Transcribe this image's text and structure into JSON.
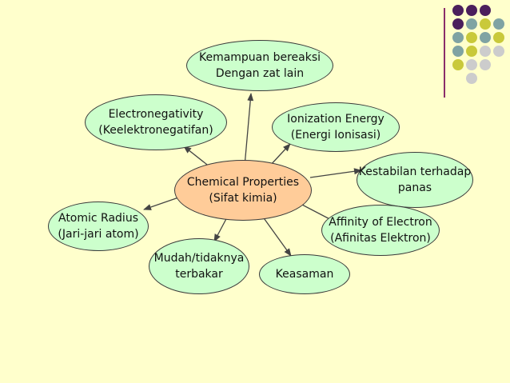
{
  "colors": {
    "background": "#ffffcc",
    "node_fill": "#ccffcc",
    "center_fill": "#ffcc99",
    "arrow": "#444444",
    "accent_line": "#8b2d6a",
    "dot_purple": "#4b1f5c",
    "dot_teal": "#7fa3a3",
    "dot_olive": "#c9c93a",
    "dot_gray": "#cccccc"
  },
  "center": {
    "line1": "Chemical Properties",
    "line2": "(Sifat kimia)"
  },
  "nodes": {
    "reactivity": {
      "line1": "Kemampuan bereaksi",
      "line2": "Dengan zat lain"
    },
    "electronegativity": {
      "line1": "Electronegativity",
      "line2": "(Keelektronegatifan)"
    },
    "ionization": {
      "line1": "Ionization Energy",
      "line2": "(Energi Ionisasi)"
    },
    "heat_stability": {
      "line1": "Kestabilan terhadap",
      "line2": "panas"
    },
    "atomic_radius": {
      "line1": "Atomic Radius",
      "line2": "(Jari-jari atom)"
    },
    "electron_affinity": {
      "line1": "Affinity of Electron",
      "line2": "(Afinitas Elektron)"
    },
    "flammability": {
      "line1": "Mudah/tidaknya",
      "line2": "terbakar"
    },
    "acidity": {
      "line1": "Keasaman"
    }
  },
  "decor": {
    "dot_grid": [
      [
        "purple",
        "purple",
        "purple",
        "none"
      ],
      [
        "purple",
        "teal",
        "olive",
        "teal"
      ],
      [
        "teal",
        "olive",
        "teal",
        "olive"
      ],
      [
        "teal",
        "olive",
        "gray",
        "gray"
      ],
      [
        "olive",
        "gray",
        "gray",
        "none"
      ],
      [
        "none",
        "gray",
        "none",
        "none"
      ]
    ]
  }
}
